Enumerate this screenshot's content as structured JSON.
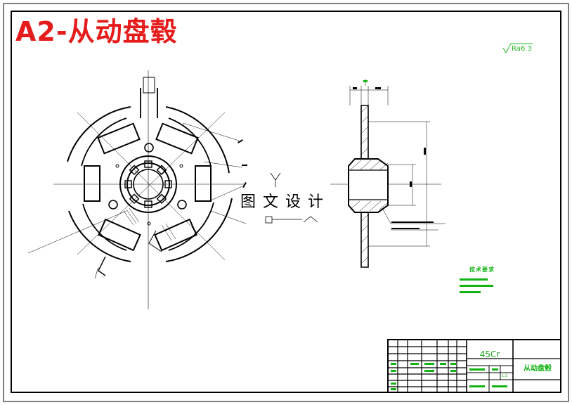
{
  "drawing": {
    "title": "A2-从动盘毂",
    "watermark": "图文设计",
    "roughness": "Ra6.3",
    "material": "45Cr",
    "part_name": "从动盘毂",
    "tech_requirements_title": "技术要求",
    "scale": "1:1"
  },
  "colors": {
    "title": "#e51c1c",
    "annotation": "#12b312",
    "lines": "#000000"
  }
}
